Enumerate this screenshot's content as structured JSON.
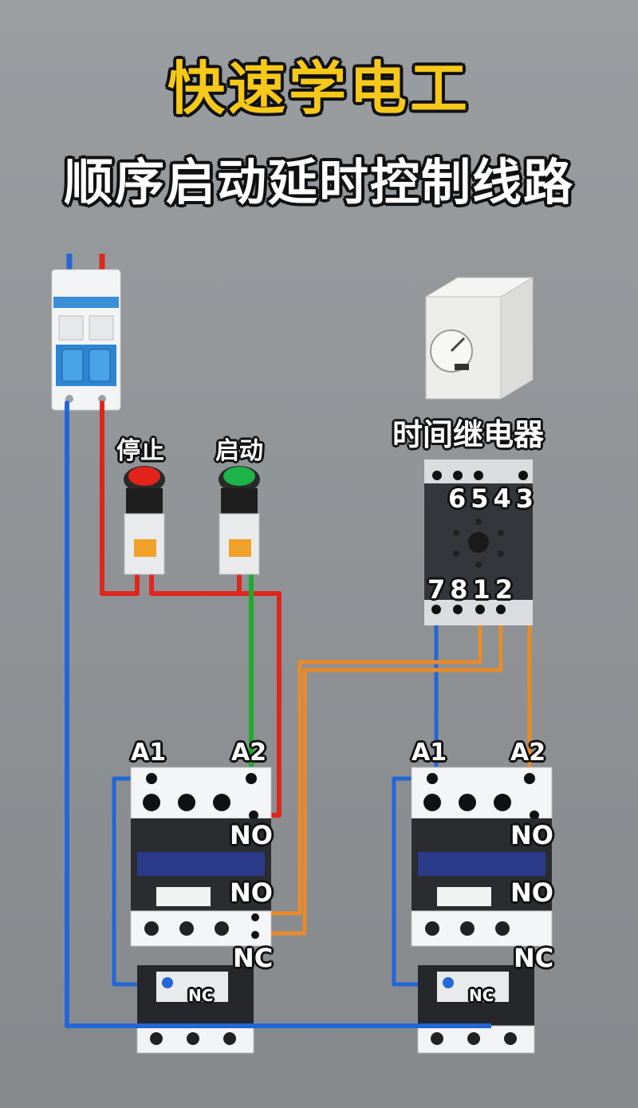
{
  "title": "快速学电工",
  "subtitle": "顺序启动延时控制线路",
  "labels": {
    "stop": "停止",
    "start": "启动",
    "time_relay": "时间继电器",
    "relay_top_pins": "6543",
    "relay_bottom_pins": "7812",
    "a1": "A1",
    "a2": "A2",
    "no": "NO",
    "nc": "NC"
  },
  "colors": {
    "title_yellow": "#f6c81a",
    "wire_blue": "#2466d6",
    "wire_red": "#e0261c",
    "wire_green": "#1faa2f",
    "wire_orange": "#e98a2a",
    "stop_button": "#e3241b",
    "start_button": "#1db24a"
  }
}
